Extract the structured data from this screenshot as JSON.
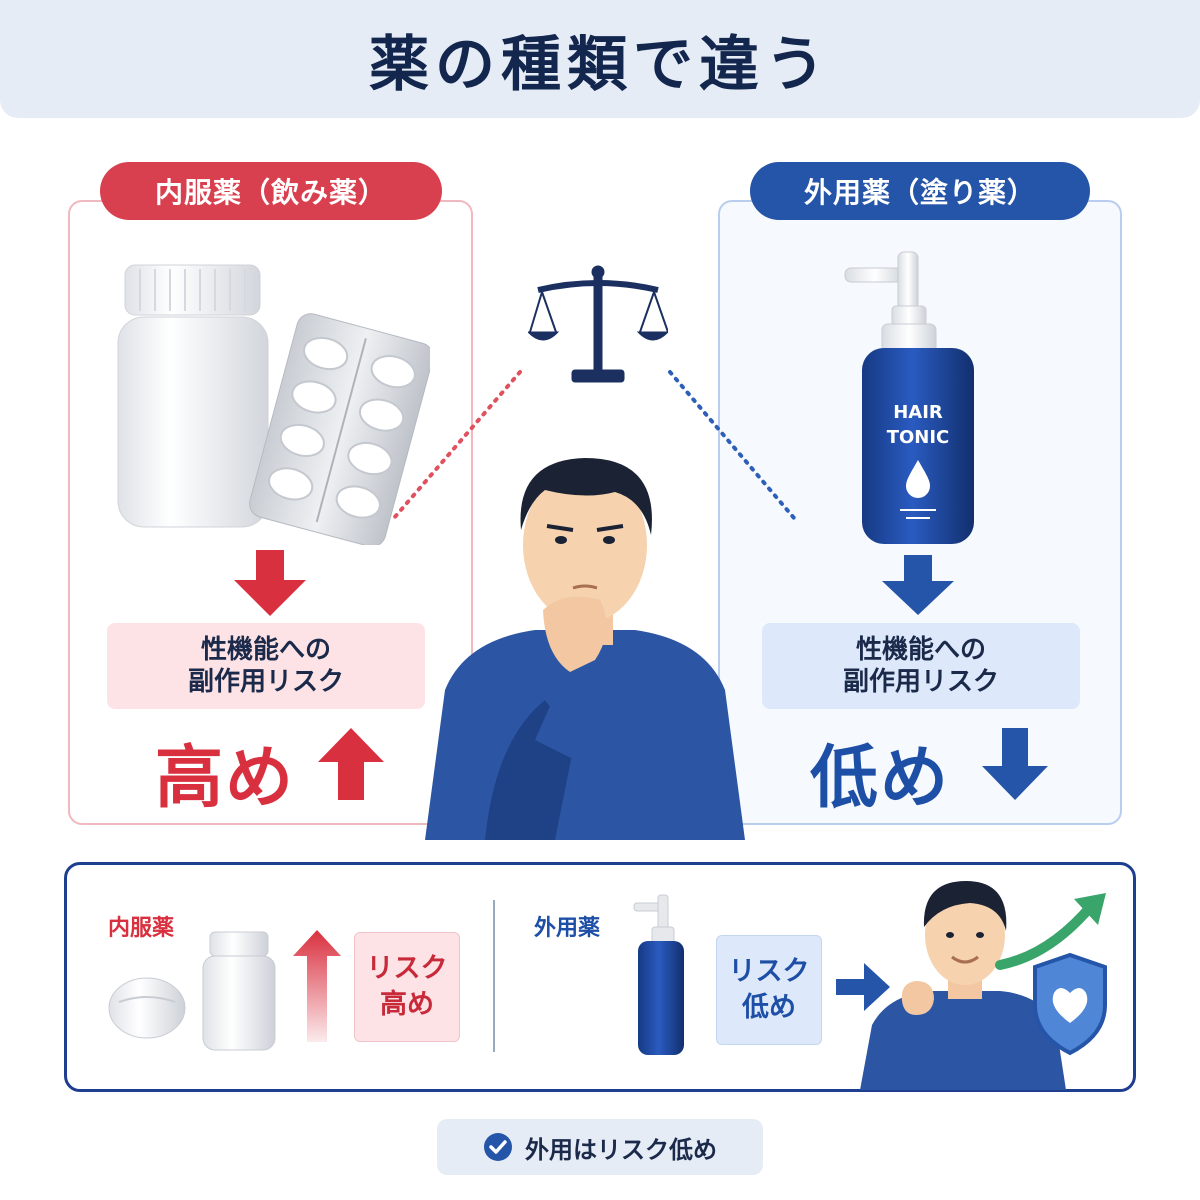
{
  "title": "薬の種類で違う",
  "left_panel": {
    "label": "内服薬（飲み薬）",
    "risk_line1": "性機能への",
    "risk_line2": "副作用リスク",
    "level": "高め",
    "accent_color": "#d9404f"
  },
  "right_panel": {
    "label": "外用薬（塗り薬）",
    "bottle_line1": "HAIR",
    "bottle_line2": "TONIC",
    "risk_line1": "性機能への",
    "risk_line2": "副作用リスク",
    "level": "低め",
    "accent_color": "#2555a8"
  },
  "summary": {
    "left_label": "内服薬",
    "left_risk_line1": "リスク",
    "left_risk_line2": "高め",
    "right_label": "外用薬",
    "right_risk_line1": "リスク",
    "right_risk_line2": "低め"
  },
  "footer": {
    "icon": "check-circle-icon",
    "text": "外用はリスク低め"
  }
}
